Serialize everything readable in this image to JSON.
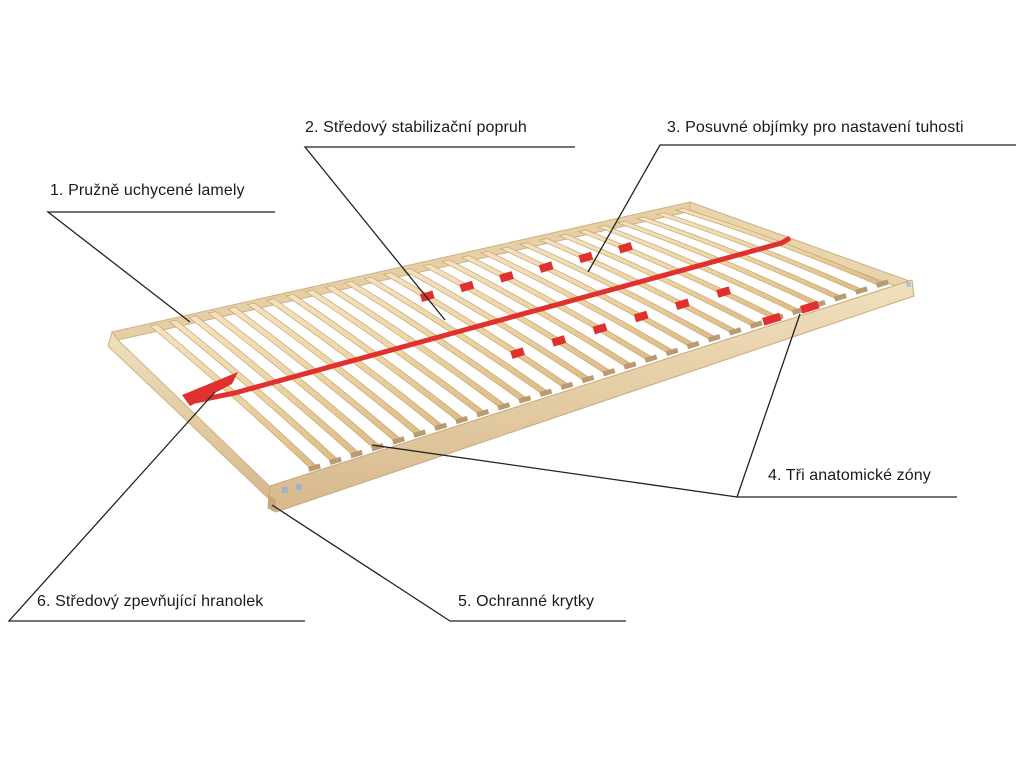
{
  "labels": {
    "l1": "1. Pružně uchycené lamely",
    "l2": "2. Středový stabilizační  popruh",
    "l3": "3. Posuvné objímky pro nastavení tuhosti",
    "l4": "4. Tři anatomické zóny",
    "l5": "5. Ochranné krytky",
    "l6": "6. Středový zpevňující hranolek"
  },
  "colors": {
    "wood_light": "#eedcb6",
    "wood_mid": "#e2c592",
    "wood_dark": "#c9a46b",
    "frame": "#e8d3ab",
    "frame_shadow": "#cdb187",
    "strap_red": "#e0312f",
    "cap_brown": "#b99a72",
    "leader_line": "#222222"
  },
  "slat_count": 28
}
